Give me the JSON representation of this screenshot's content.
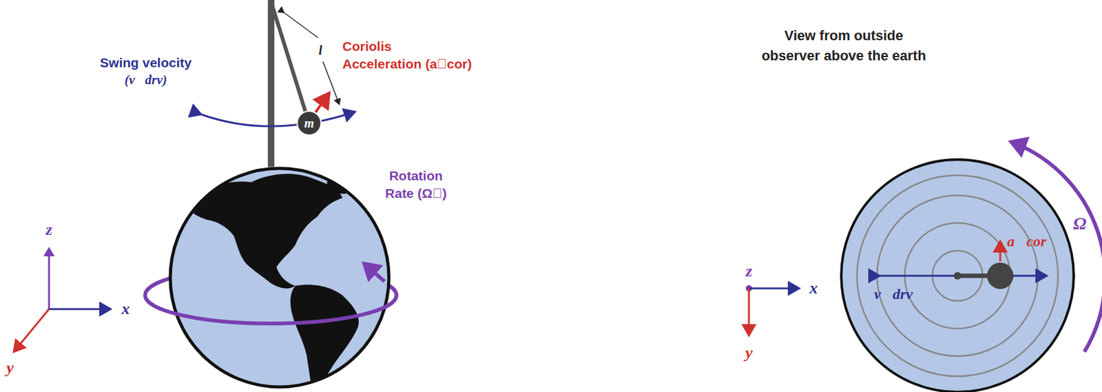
{
  "diagram": {
    "nodes": [
      {
        "text": [
          "m"
        ]
      }
    ],
    "labels": [
      "Swing velocity",
      "(v⃗drv)",
      "Coriolis",
      "Acceleration (a⃗cor)",
      "l",
      "Rotation",
      "Rate (Ω⃗)",
      "z",
      "x",
      "y",
      "View from outside",
      "observer above the earth",
      "a⃗cor",
      "v⃗drv",
      "Ω⃗",
      "z",
      "x",
      "y"
    ]
  }
}
